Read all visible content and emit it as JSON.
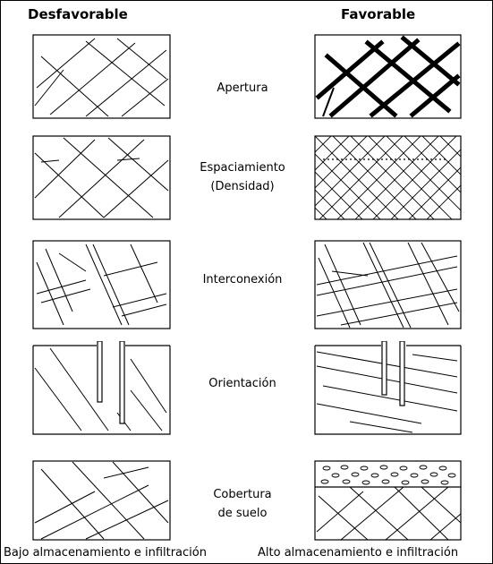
{
  "headers": {
    "left": "Desfavorable",
    "right": "Favorable"
  },
  "rows": [
    {
      "label": [
        "Apertura"
      ]
    },
    {
      "label": [
        "Espaciamiento",
        "(Densidad)"
      ]
    },
    {
      "label": [
        "Interconexión"
      ]
    },
    {
      "label": [
        "Orientación"
      ]
    },
    {
      "label": [
        "Cobertura",
        "de suelo"
      ]
    }
  ],
  "footer": {
    "left": "Bajo almacenamiento e infiltración",
    "right": "Alto almacenamiento e infiltración"
  }
}
